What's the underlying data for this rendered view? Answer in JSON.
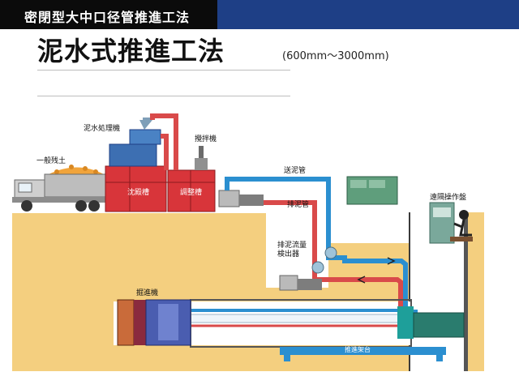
{
  "header": {
    "banner_text": "密閉型大中口径管推進工法",
    "title": "泥水式推進工法",
    "range": "(600mm～3000mm)"
  },
  "labels": {
    "slurry_plant": "泥水処理機",
    "agitator": "攪拌機",
    "dump_soil": "一般残土",
    "settling_tank": "沈殿槽",
    "adjust_tank": "調整槽",
    "feed_pipe": "送泥管",
    "discharge_pipe": "排泥管",
    "flow_meter": "排泥流量\n検出器",
    "remote_panel": "遠隔操作盤",
    "machine": "掘進機",
    "jack_stand": "推進架台"
  },
  "colors": {
    "banner_dark": "#0b0b0b",
    "banner_blue": "#1e3f86",
    "ground": "#f4cf7f",
    "tank_red": "#d8353a",
    "feed_blue": "#2b8fd0",
    "discharge_red": "#d94a4a",
    "equipment_green": "#5f9e7c",
    "teal": "#1e9f9a"
  }
}
